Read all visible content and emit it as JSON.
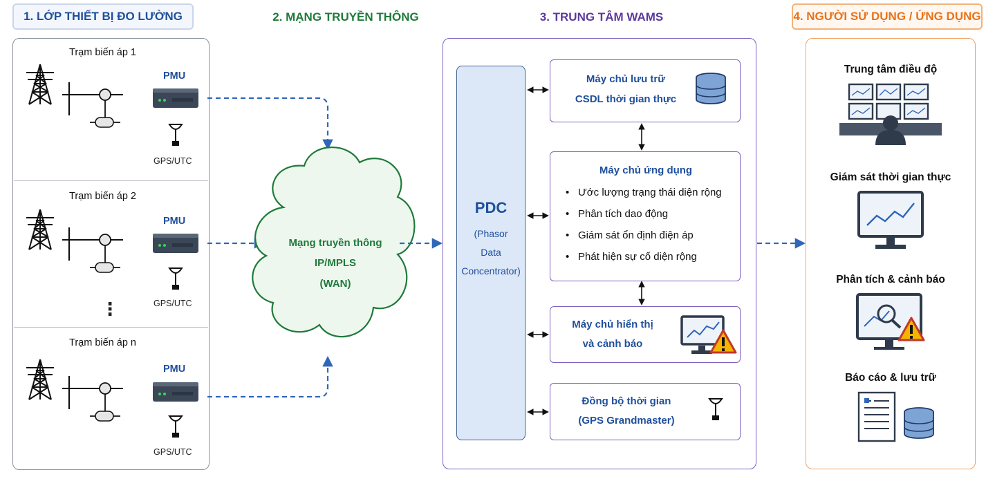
{
  "headers": {
    "measurement": "1. LỚP THIẾT BỊ ĐO LƯỜNG",
    "network": "2. MẠNG TRUYỀN THÔNG",
    "wams": "3. TRUNG TÂM WAMS",
    "users": "4. NGƯỜI SỬ DỤNG / ỨNG DỤNG"
  },
  "stations": [
    {
      "title": "Trạm biến áp 1",
      "pmu": "PMU",
      "gps": "GPS/UTC"
    },
    {
      "title": "Trạm biến áp 2",
      "pmu": "PMU",
      "gps": "GPS/UTC"
    },
    {
      "title": "Trạm biến áp n",
      "pmu": "PMU",
      "gps": "GPS/UTC"
    }
  ],
  "ellipsis": "⋮",
  "network": {
    "line1": "Mạng truyền thông",
    "line2": "IP/MPLS",
    "line3": "(WAN)"
  },
  "pdc": {
    "title": "PDC",
    "line1": "(Phasor",
    "line2": "Data",
    "line3": "Concentrator)"
  },
  "servers": {
    "storage": {
      "line1": "Máy chủ lưu trữ",
      "line2": "CSDL thời gian thực"
    },
    "app": {
      "title": "Máy chủ ứng dụng",
      "items": [
        "Ước lượng trạng thái diện rộng",
        "Phân tích dao động",
        "Giám sát ổn định điện áp",
        "Phát hiện sự cố diện rộng"
      ]
    },
    "display": {
      "line1": "Máy chủ hiển thị",
      "line2": "và cảnh báo"
    },
    "sync": {
      "line1": "Đồng bộ thời gian",
      "line2": "(GPS Grandmaster)"
    }
  },
  "users": {
    "dispatch": "Trung tâm điều độ",
    "monitor": "Giám sát thời gian thực",
    "analysis": "Phân tích & cảnh báo",
    "report": "Báo cáo & lưu trữ"
  },
  "colors": {
    "blue": "#1f4f9c",
    "green": "#1f7a3a",
    "purple": "#5a3a9a",
    "orange": "#e8731a",
    "arrow": "#2f66b8"
  }
}
